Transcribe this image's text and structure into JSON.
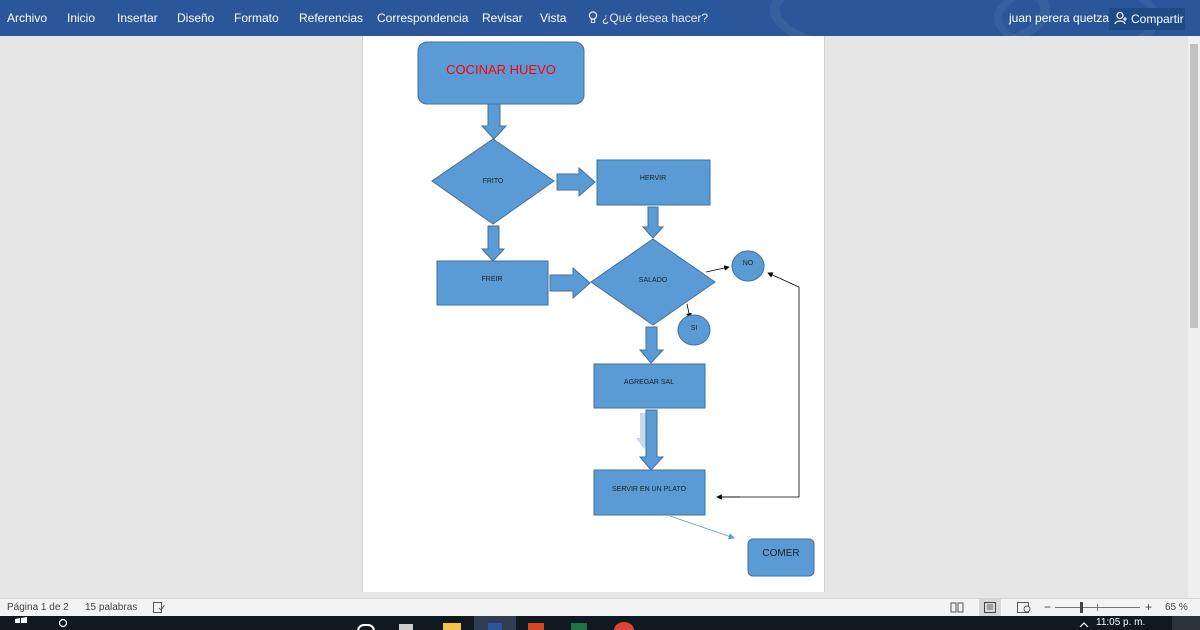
{
  "ribbon": {
    "tabs": [
      "Archivo",
      "Inicio",
      "Insertar",
      "Diseño",
      "Formato",
      "Referencias",
      "Correspondencia",
      "Revisar",
      "Vista"
    ],
    "tell_me": "¿Qué desea hacer?",
    "user": "juan perera quetzaL",
    "share": "Compartir"
  },
  "flowchart": {
    "title": "COCINAR HUEVO",
    "frito": "FRITO",
    "hervir": "HERVIR",
    "freir": "FREIR",
    "salado": "SALADO",
    "no": "NO",
    "si": "SI",
    "agregar_sal": "AGREGAR SAL",
    "servir": "SERVIR EN UN PLATO",
    "comer": "COMER"
  },
  "status": {
    "page": "Página 1 de 2",
    "words": "15 palabras",
    "zoom": "65 %",
    "minus": "−",
    "plus": "+"
  },
  "taskbar": {
    "clock": "11:05 p. m."
  },
  "colors": {
    "ribbon": "#2b579a",
    "shape_fill": "#5b9bd5",
    "title_text": "#ff0000"
  }
}
